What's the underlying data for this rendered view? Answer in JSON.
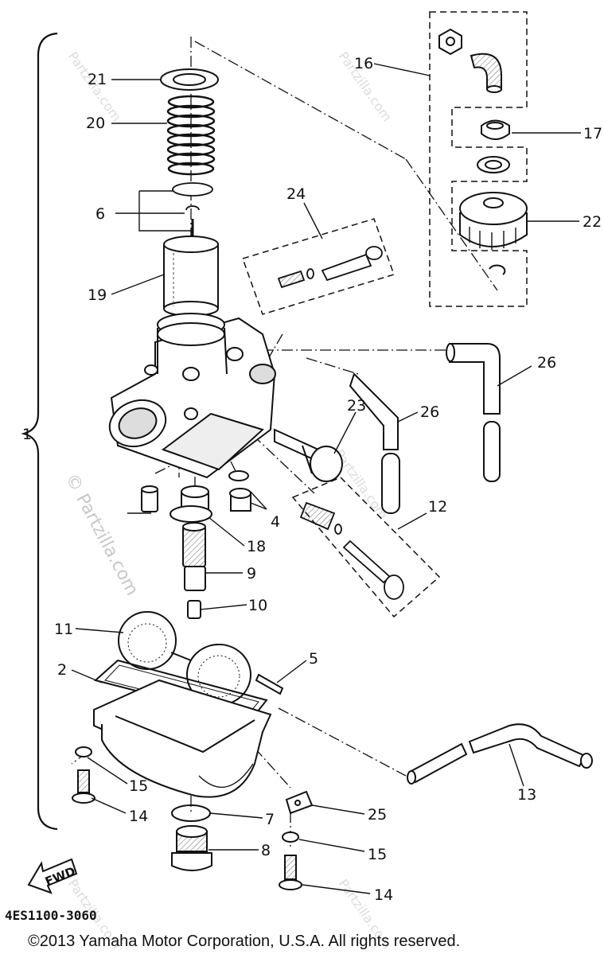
{
  "diagram": {
    "callouts": {
      "c1": "1",
      "c2": "2",
      "c4": "4",
      "c5": "5",
      "c6": "6",
      "c7": "7",
      "c8": "8",
      "c9": "9",
      "c10": "10",
      "c11": "11",
      "c12": "12",
      "c13": "13",
      "c14a": "14",
      "c14b": "14",
      "c15a": "15",
      "c15b": "15",
      "c16": "16",
      "c17": "17",
      "c18": "18",
      "c19": "19",
      "c20": "20",
      "c21": "21",
      "c22": "22",
      "c23": "23",
      "c24": "24",
      "c25": "25",
      "c26a": "26",
      "c26b": "26"
    },
    "fwd_label": "FWD",
    "diagram_code": "4ES1100-3060",
    "copyright": "©2013 Yamaha Motor Corporation, U.S.A. All rights reserved.",
    "watermark": "© Partzilla.com",
    "watermark_small": "Partzilla.com"
  }
}
